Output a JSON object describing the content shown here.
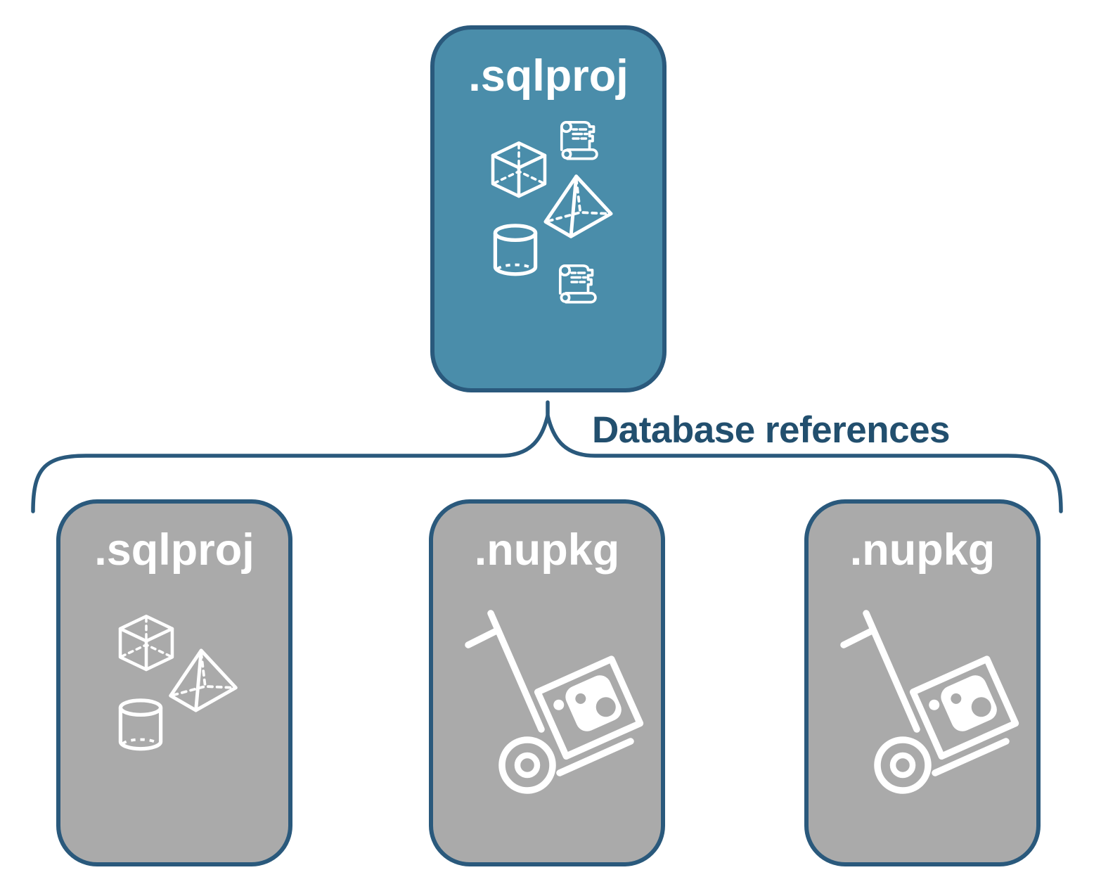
{
  "colors": {
    "background": "#ffffff",
    "root_card_fill": "#4A8DAA",
    "referenced_card_fill": "#AAAAAA",
    "outline_and_border": "#2A597C",
    "connector_label_text": "#224F6E",
    "card_label_text": "#ffffff",
    "icon_stroke": "#ffffff"
  },
  "root_card": {
    "label": ".sqlproj",
    "icons": [
      "scroll-icon",
      "cube-icon",
      "pyramid-icon",
      "cylinder-icon",
      "scroll-icon"
    ]
  },
  "connector": {
    "label": "Database references",
    "shape": "brace-fanout"
  },
  "referenced_cards": [
    {
      "label": ".sqlproj",
      "icons": [
        "cube-icon",
        "pyramid-icon",
        "cylinder-icon"
      ]
    },
    {
      "label": ".nupkg",
      "icons": [
        "handtruck-package-icon"
      ]
    },
    {
      "label": ".nupkg",
      "icons": [
        "handtruck-package-icon"
      ]
    }
  ]
}
